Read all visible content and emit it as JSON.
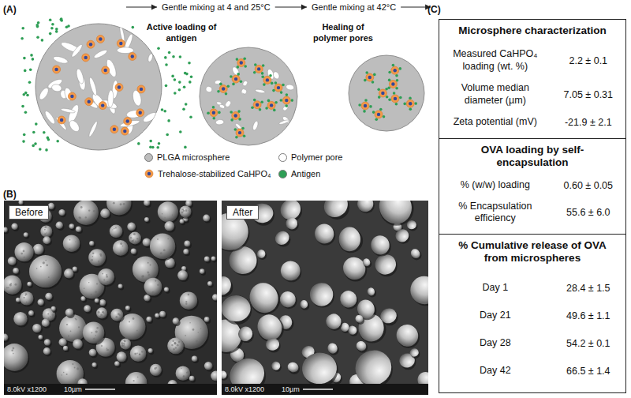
{
  "diagram": {
    "nodes": [
      {
        "text": [
          "Before",
          "8.0kV x1200",
          "10µm"
        ]
      },
      {
        "text": [
          "After",
          "8.0kV x1200",
          "10µm"
        ]
      },
      {
        "text": [
          "Microsphere characterization",
          "Measured CaHPO₄ loading (wt. %)",
          "2.2 ± 0.1",
          "Volume median diameter (µm)",
          "7.05 ± 0.31",
          "Zeta potential (mV)",
          "-21.9 ± 2.1"
        ]
      },
      {
        "text": [
          "OVA loading by self-encapsulation",
          "% (w/w) loading",
          "0.60 ± 0.05",
          "% Encapsulation efficiency",
          "55.6 ± 6.0"
        ]
      },
      {
        "text": [
          "% Cumulative release of OVA from microspheres",
          "Day 1",
          "28.4 ± 1.5",
          "Day 21",
          "49.6 ± 1.1",
          "Day 28",
          "54.2 ± 0.1",
          "Day 42",
          "66.5 ± 1.4"
        ]
      }
    ],
    "labels": [
      "(A)",
      "Gentle mixing at 4 and 25°C",
      "Gentle mixing at 42°C",
      "Active loading of antigen",
      "Healing of polymer pores",
      "(B)",
      "(C)"
    ],
    "legend": [
      {
        "text": "PLGA microsphere",
        "color": "#bdbdbd"
      },
      {
        "text": "Polymer pore",
        "color": "#ffffff"
      },
      {
        "text": "Trehalose-stabilized CaHPO₄"
      },
      {
        "text": "Antigen",
        "color": "#2e9e55"
      }
    ]
  }
}
